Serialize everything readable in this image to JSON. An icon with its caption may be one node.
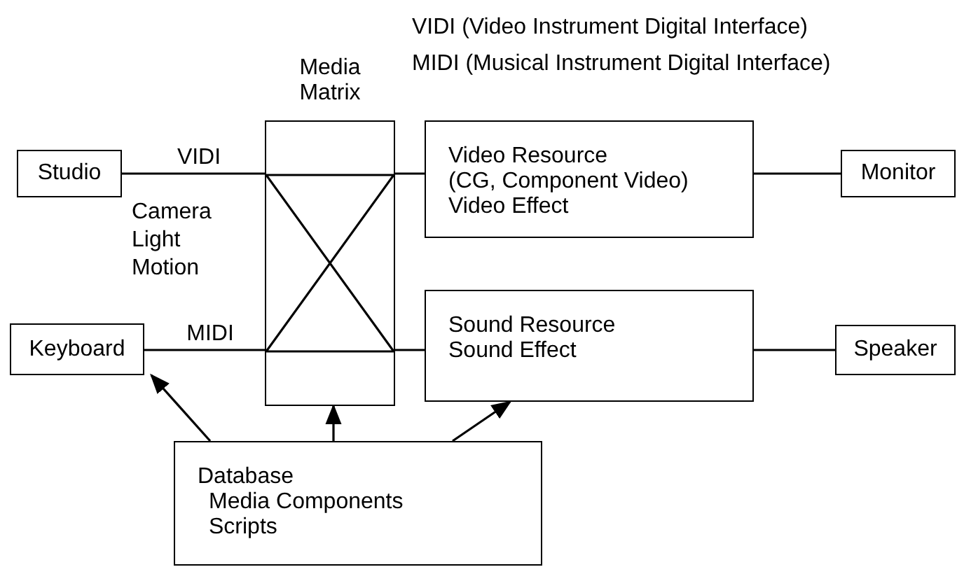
{
  "diagram": {
    "nodes": [
      {
        "text": [
          "Studio"
        ]
      },
      {
        "text": [
          "Keyboard"
        ]
      },
      {
        "text": [
          "Media Matrix"
        ]
      },
      {
        "text": [
          "Video Resource",
          "(CG, Component Video)",
          "Video Effect"
        ]
      },
      {
        "text": [
          "Sound Resource",
          "Sound Effect"
        ]
      },
      {
        "text": [
          "Monitor"
        ]
      },
      {
        "text": [
          "Speaker"
        ]
      },
      {
        "text": [
          "Database",
          "Media Components",
          "Scripts"
        ]
      }
    ],
    "edges": [
      {
        "from": 0,
        "to": 2,
        "arrow": "none",
        "label": "VIDI"
      },
      {
        "from": 1,
        "to": 2,
        "arrow": "none",
        "label": "MIDI"
      },
      {
        "from": 2,
        "to": 3,
        "arrow": "none"
      },
      {
        "from": 2,
        "to": 4,
        "arrow": "none"
      },
      {
        "from": 3,
        "to": 5,
        "arrow": "none"
      },
      {
        "from": 4,
        "to": 6,
        "arrow": "none"
      },
      {
        "from": 7,
        "to": 1,
        "arrow": "to"
      },
      {
        "from": 7,
        "to": 2,
        "arrow": "to"
      },
      {
        "from": 7,
        "to": 4,
        "arrow": "to"
      }
    ],
    "labels": [
      "VIDI (Video Instrument Digital Interface)",
      "MIDI (Musical Instrument Digital Interface)",
      "Camera Light Motion"
    ]
  }
}
